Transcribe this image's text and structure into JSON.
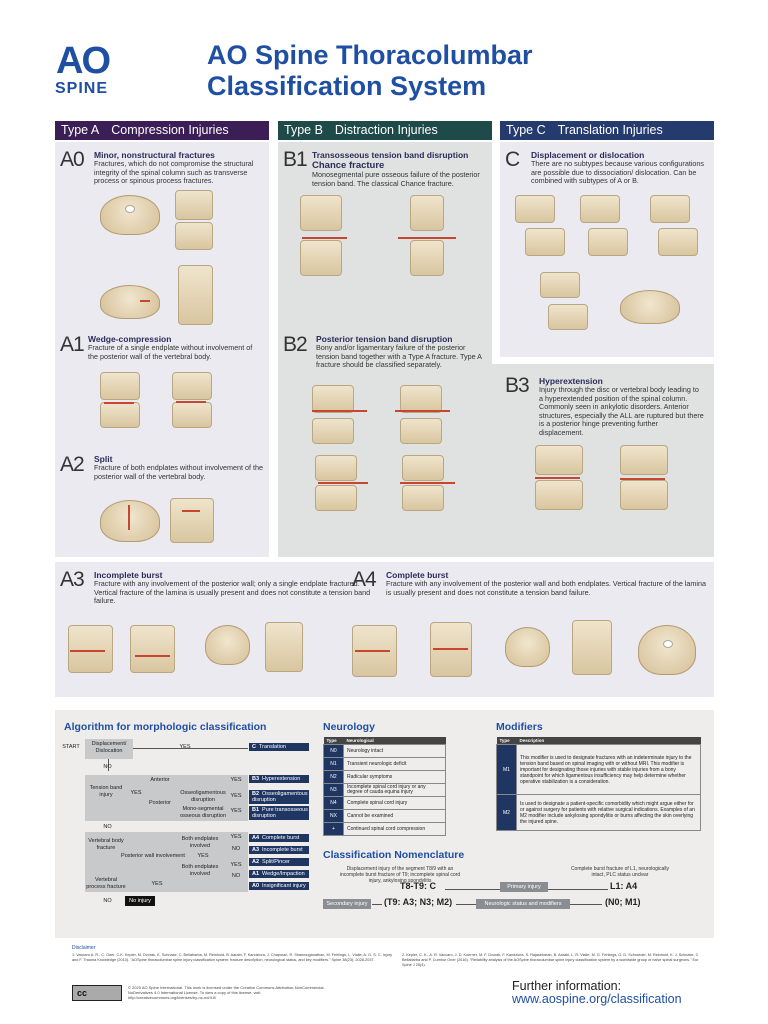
{
  "logo": {
    "ao": "AO",
    "spine": "SPINE"
  },
  "title_line1": "AO Spine Thoracolumbar",
  "title_line2": "Classification System",
  "colors": {
    "typeA": "#3c1e56",
    "typeB": "#1f4a4a",
    "typeC": "#253b6e",
    "navy": "#1f3663",
    "accent": "#1f4fa3"
  },
  "types": [
    {
      "label": "Type A",
      "name": "Compression Injuries"
    },
    {
      "label": "Type B",
      "name": "Distraction Injuries"
    },
    {
      "label": "Type C",
      "name": "Translation Injuries"
    }
  ],
  "subtypes": {
    "A0": {
      "code": "A0",
      "title": "Minor, nonstructural fractures",
      "desc": "Fractures, which do not compromise the structural integrity of the spinal column such as transverse process or spinous process fractures."
    },
    "A1": {
      "code": "A1",
      "title": "Wedge-compression",
      "desc": "Fracture of a single endplate without involvement of the posterior wall of the vertebral body."
    },
    "A2": {
      "code": "A2",
      "title": "Split",
      "desc": "Fracture of both endplates without involvement of the posterior wall of the vertebral body."
    },
    "A3": {
      "code": "A3",
      "title": "Incomplete burst",
      "desc": "Fracture with any involvement of the posterior wall; only a single endplate fractured. Vertical fracture of the lamina is usually present and does not constitute a tension band failure."
    },
    "A4": {
      "code": "A4",
      "title": "Complete burst",
      "desc": "Fracture with any involvement of the posterior wall and both endplates. Vertical fracture of the lamina is usually present and does not constitute a tension band failure."
    },
    "B1": {
      "code": "B1",
      "title": "Transosseous tension band disruption",
      "title2": "Chance fracture",
      "desc": "Monosegmental pure osseous failure of the posterior tension band. The classical Chance fracture."
    },
    "B2": {
      "code": "B2",
      "title": "Posterior tension band disruption",
      "desc": "Bony and/or ligamentary failure of the posterior tension band together with a Type A fracture. Type A fracture should be classified separately."
    },
    "B3": {
      "code": "B3",
      "title": "Hyperextension",
      "desc": "Injury through the disc or vertebral body leading to a hyperextended position of the spinal column. Commonly seen in ankylotic disorders. Anterior structures, especially the ALL are ruptured but there is a posterior hinge preventing further displacement."
    },
    "C": {
      "code": "C",
      "title": "Displacement or dislocation",
      "desc": "There are no subtypes because various configurations are possible due to dissociation/ dislocation. Can be combined with subtypes of A or B."
    }
  },
  "algorithm": {
    "title": "Algorithm for morphologic classification",
    "start": "START",
    "q1": "Displacement/ Dislocation",
    "yes": "YES",
    "no": "NO",
    "tension": "Tension band injury",
    "anterior": "Anterior",
    "posterior": "Posterior",
    "osseo": "Osseoligamentous disruption",
    "mono": "Mono-segmental osseous disruption",
    "vbody": "Vertebral body fracture",
    "both1": "Both endplates involved",
    "pwall": "Posterior wall involvement",
    "both2": "Both endplates involved",
    "vproc": "Vertebral process fracture",
    "noinjury": "No injury",
    "results": [
      {
        "code": "C",
        "label": "Translation"
      },
      {
        "code": "B3",
        "label": "Hyperextension"
      },
      {
        "code": "B2",
        "label": "Osseoligamentous disruption"
      },
      {
        "code": "B1",
        "label": "Pure transosseous disruption"
      },
      {
        "code": "A4",
        "label": "Complete burst"
      },
      {
        "code": "A3",
        "label": "Incomplete burst"
      },
      {
        "code": "A2",
        "label": "Split/Pincer"
      },
      {
        "code": "A1",
        "label": "Wedge/Impaction"
      },
      {
        "code": "A0",
        "label": "Insignificant injury"
      }
    ]
  },
  "neurology": {
    "title": "Neurology",
    "col1": "Type",
    "col2": "Neurological",
    "rows": [
      {
        "k": "N0",
        "v": "Neurology intact"
      },
      {
        "k": "N1",
        "v": "Transient neurologic deficit"
      },
      {
        "k": "N2",
        "v": "Radicular symptoms"
      },
      {
        "k": "N3",
        "v": "Incomplete spinal cord injury or any degree of cauda equina injury"
      },
      {
        "k": "N4",
        "v": "Complete spinal cord injury"
      },
      {
        "k": "NX",
        "v": "Cannot be examined"
      },
      {
        "k": "+",
        "v": "Continued spinal cord compression"
      }
    ]
  },
  "modifiers": {
    "title": "Modifiers",
    "col1": "Type",
    "col2": "Description",
    "rows": [
      {
        "k": "M1",
        "v": "This modifier is used to designate fractures with an indeterminate injury to the tension band based on spinal imaging with or without MRI. This modifier is important for designating those injuries with stable injuries from a bony standpoint for which ligamentous insufficiency may help determine whether operative stabilization is a consideration."
      },
      {
        "k": "M2",
        "v": "Is used to designate a patient-specific comorbidity which might argue either for or against surgery for patients with relative surgical indications. Examples of an M2 modifier include ankylosing spondylitis or burns affecting the skin overlying the injured spine."
      }
    ]
  },
  "nomenclature": {
    "title": "Classification Nomenclature",
    "left_note": "Displacement injury of the segment T8/9 with an incomplete burst fracture of T9; incomplete spinal cord injury, ankylosing spondylitis",
    "right_note": "Complete burst fracture of L1, neurologically intact, PLC status unclear",
    "expr1": "T8-T9: C",
    "expr2": "(T9: A3; N3; M2)",
    "expr3": "L1: A4",
    "expr4": "(N0; M1)",
    "tag1": "Secondary injury",
    "tag2": "Primary injury",
    "tag3": "Neurologic status and modifiers"
  },
  "disclaimer_head": "Disclaimer",
  "refs_left": "1. Vaccaro A. R., C. Oner, C.K. Kepler, M. Dvorak, K. Schnake, C. Bellabarba, M. Reinhold, B. Aarabi, F. Kandziora, J. Chapman, R. Shanmuganathan, M. Fehlings, L. Vialle; A. O. S. C. Injury and F. Trauma Knowledge (2013). \"AOSpine thoracolumbar spine injury classification system: fracture description, neurological status, and key modifiers.\" Spine 38(23): 2028-2037.",
  "refs_right": "2. Kepler, C. K., A. R. Vaccaro, J. D. Koerner, M. F. Dvorak, F. Kandziora, S. Rajasekaran, B. Aarabi, L. R. Vialle, M. G. Fehlings, G. D. Schroeder, M. Reinhold, K. J. Schnake, C. Bellabarba and P. Cumhur Oner (2016). \"Reliability analysis of the AOSpine thoracolumbar spine injury classification system by a worldwide group of naive spinal surgeons.\" Eur Spine J 25(4).",
  "license": "© 2020 AO Spine International. This work is licensed under the Creative Commons Attribution-NonCommercial-NoDerivatives 4.0 International License. To view a copy of this license, visit http://creativecommons.org/licenses/by-nc-nd/4.0/",
  "cc": "cc",
  "further": "Further information:",
  "url": "www.aospine.org/classification"
}
